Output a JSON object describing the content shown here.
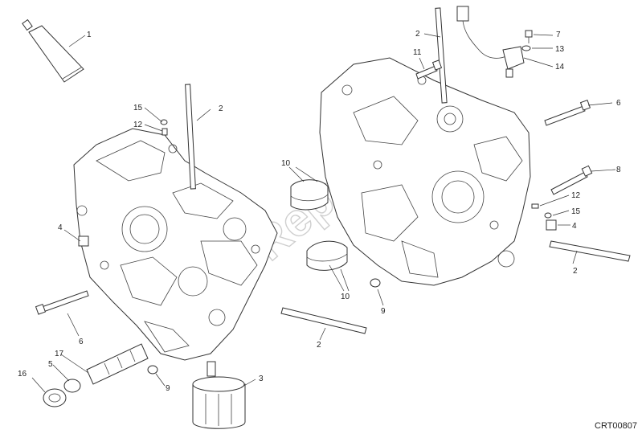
{
  "watermark": "PartsRepublik",
  "drawing_code": "CRT00807",
  "callouts": [
    {
      "id": "c1",
      "text": "1"
    },
    {
      "id": "c2a",
      "text": "2"
    },
    {
      "id": "c2b",
      "text": "2"
    },
    {
      "id": "c2c",
      "text": "2"
    },
    {
      "id": "c2d",
      "text": "2"
    },
    {
      "id": "c3",
      "text": "3"
    },
    {
      "id": "c4a",
      "text": "4"
    },
    {
      "id": "c4b",
      "text": "4"
    },
    {
      "id": "c5",
      "text": "5"
    },
    {
      "id": "c6a",
      "text": "6"
    },
    {
      "id": "c6b",
      "text": "6"
    },
    {
      "id": "c7",
      "text": "7"
    },
    {
      "id": "c8",
      "text": "8"
    },
    {
      "id": "c9a",
      "text": "9"
    },
    {
      "id": "c9b",
      "text": "9"
    },
    {
      "id": "c10a",
      "text": "10"
    },
    {
      "id": "c10b",
      "text": "10"
    },
    {
      "id": "c11",
      "text": "11"
    },
    {
      "id": "c12a",
      "text": "12"
    },
    {
      "id": "c12b",
      "text": "12"
    },
    {
      "id": "c13",
      "text": "13"
    },
    {
      "id": "c14",
      "text": "14"
    },
    {
      "id": "c15a",
      "text": "15"
    },
    {
      "id": "c15b",
      "text": "15"
    },
    {
      "id": "c16",
      "text": "16"
    },
    {
      "id": "c17",
      "text": "17"
    }
  ]
}
